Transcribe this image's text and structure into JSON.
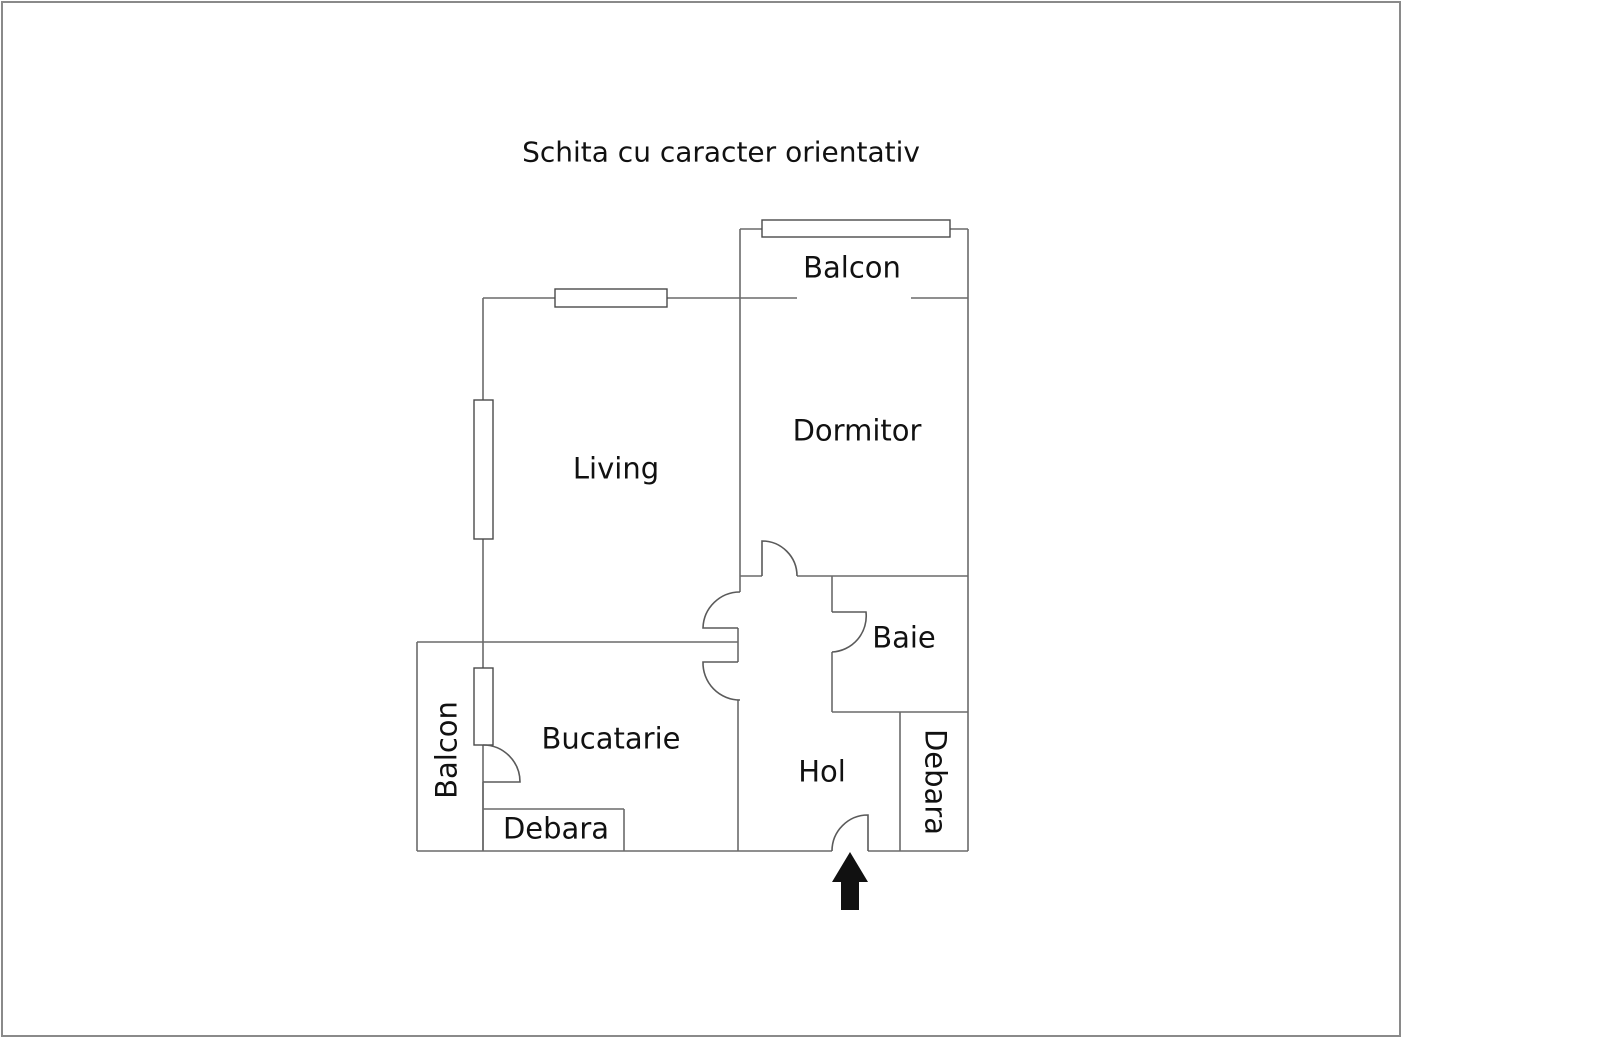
{
  "title": "Schita cu caracter orientativ",
  "rooms": {
    "balcon_top": "Balcon",
    "living": "Living",
    "dormitor": "Dormitor",
    "baie": "Baie",
    "bucatarie": "Bucatarie",
    "balcon_left": "Balcon",
    "debara_bottom": "Debara",
    "hol": "Hol",
    "debara_right": "Debara"
  },
  "entrance": {
    "icon": "arrow-up-icon",
    "color": "#111111"
  },
  "colors": {
    "walls": "#6a6a6a",
    "frame": "#8a8a8a",
    "text": "#111111",
    "background": "#ffffff"
  }
}
